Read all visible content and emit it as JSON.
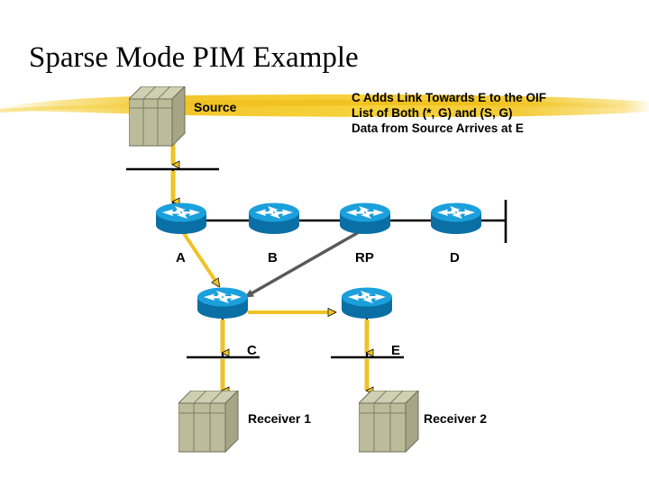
{
  "slide": {
    "title": "Sparse Mode PIM Example",
    "banner_color": "#F5CE33",
    "background": "#FFFFFF"
  },
  "annotation": {
    "lines": [
      "C Adds Link Towards E to the OIF",
      "List of Both (*, G) and (S, G)",
      "Data from Source Arrives at E"
    ],
    "line1": "C Adds Link Towards E to the OIF",
    "line2": "List of Both (*, G) and (S, G)",
    "line3": "Data from Source Arrives at E"
  },
  "diagram": {
    "type": "network-topology",
    "host_color": "#BCBC9B",
    "host_top_color": "#CFCFB4",
    "host_side_color": "#A6A687",
    "router_color": "#1BA0DC",
    "router_dark_color": "#0A6FA5",
    "link_color": "#000000",
    "data_flow_color": "#EFC327",
    "control_flow_color": "#5A5A5A",
    "hosts": [
      {
        "id": "source",
        "label": "Source"
      },
      {
        "id": "receiver1",
        "label": "Receiver 1"
      },
      {
        "id": "receiver2",
        "label": "Receiver 2"
      }
    ],
    "routers": [
      {
        "id": "a",
        "label": "A"
      },
      {
        "id": "b",
        "label": "B"
      },
      {
        "id": "rp",
        "label": "RP"
      },
      {
        "id": "d",
        "label": "D"
      },
      {
        "id": "c",
        "label": "C"
      },
      {
        "id": "e",
        "label": "E"
      }
    ],
    "labels": {
      "source": "Source",
      "a": "A",
      "b": "B",
      "rp": "RP",
      "d": "D",
      "c": "C",
      "e": "E",
      "receiver1": "Receiver 1",
      "receiver2": "Receiver 2"
    }
  }
}
